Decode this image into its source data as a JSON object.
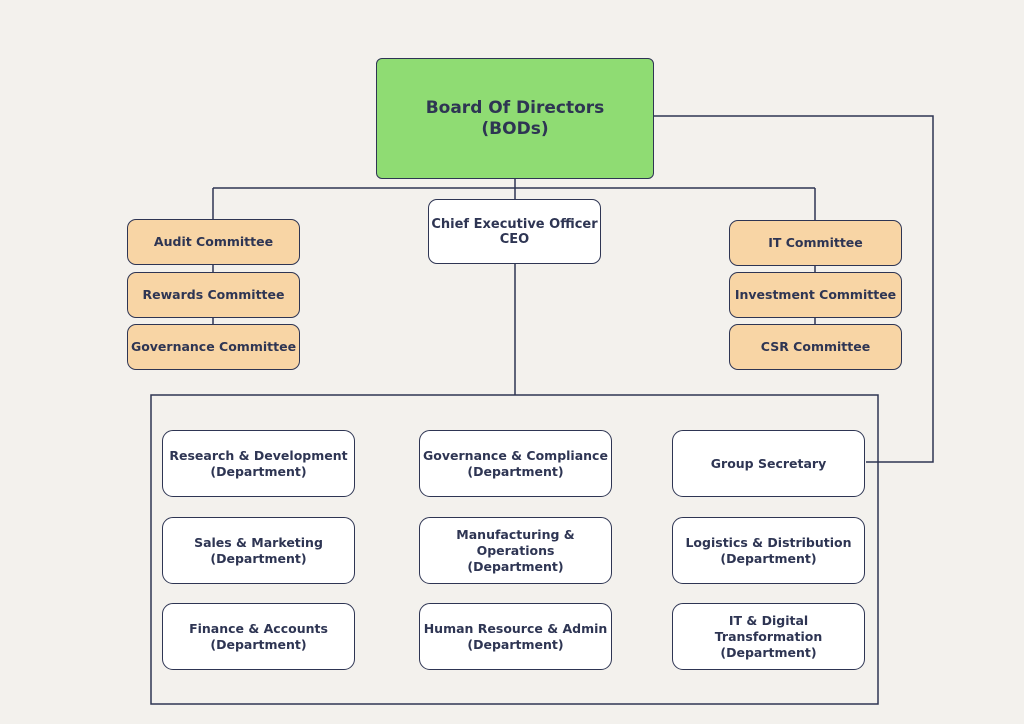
{
  "board": {
    "line1": "Board Of Directors",
    "line2": "(BODs)"
  },
  "ceo": {
    "line1": "Chief Executive Officer",
    "line2": "CEO"
  },
  "committees_left": [
    "Audit Committee",
    "Rewards Committee",
    "Governance Committee"
  ],
  "committees_right": [
    "IT Committee",
    "Investment Committee",
    "CSR Committee"
  ],
  "departments": {
    "research": {
      "line1": "Research & Development",
      "line2": "(Department)"
    },
    "governance": {
      "line1": "Governance & Compliance",
      "line2": "(Department)"
    },
    "secretary": {
      "line1": "Group Secretary"
    },
    "sales": {
      "line1": "Sales & Marketing",
      "line2": "(Department)"
    },
    "manufacturing": {
      "line1": "Manufacturing & Operations",
      "line2": "(Department)"
    },
    "logistics": {
      "line1": "Logistics & Distribution",
      "line2": "(Department)"
    },
    "finance": {
      "line1": "Finance & Accounts",
      "line2": "(Department)"
    },
    "hr": {
      "line1": "Human Resource & Admin",
      "line2": "(Department)"
    },
    "it": {
      "line1": "IT & Digital Transformation",
      "line2": "(Department)"
    }
  },
  "colors": {
    "background": "#f3f1ed",
    "line": "#2e3553",
    "board_fill": "#8fdc73",
    "committee_fill": "#f8d5a5",
    "box_fill": "#ffffff"
  }
}
